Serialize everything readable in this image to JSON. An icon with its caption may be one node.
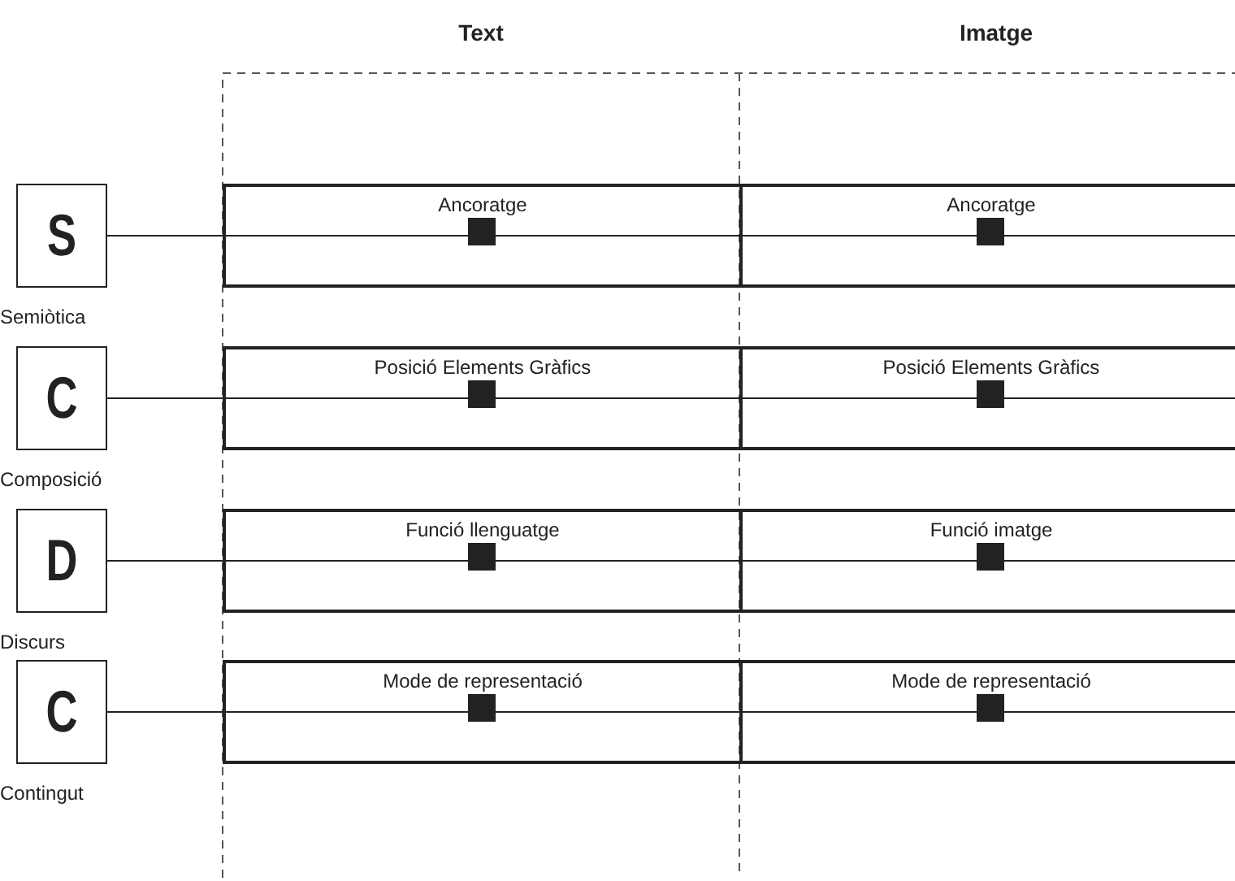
{
  "diagram": {
    "nodes": [
      {
        "text": [
          "S"
        ],
        "beside": [
          "Semiòtica"
        ]
      },
      {
        "text": [
          "Ancoratge"
        ]
      },
      {
        "text": [
          "Ancoratge"
        ]
      },
      {
        "text": [
          "C"
        ],
        "beside": [
          "Composició"
        ]
      },
      {
        "text": [
          "Posició Elements Gràfics"
        ]
      },
      {
        "text": [
          "Posició Elements Gràfics"
        ]
      },
      {
        "text": [
          "D"
        ],
        "beside": [
          "Discurs"
        ]
      },
      {
        "text": [
          "Funció llenguatge"
        ]
      },
      {
        "text": [
          "Funció imatge"
        ]
      },
      {
        "text": [
          "C"
        ],
        "beside": [
          "Contingut"
        ]
      },
      {
        "text": [
          "Mode de representació"
        ]
      },
      {
        "text": [
          "Mode de representació"
        ]
      }
    ],
    "edges": [
      {
        "from": 0,
        "to": 1,
        "arrow": "none"
      },
      {
        "from": 3,
        "to": 4,
        "arrow": "none"
      },
      {
        "from": 6,
        "to": 7,
        "arrow": "none"
      },
      {
        "from": 9,
        "to": 10,
        "arrow": "none"
      }
    ],
    "labels": [
      "Text",
      "Imatge"
    ]
  }
}
